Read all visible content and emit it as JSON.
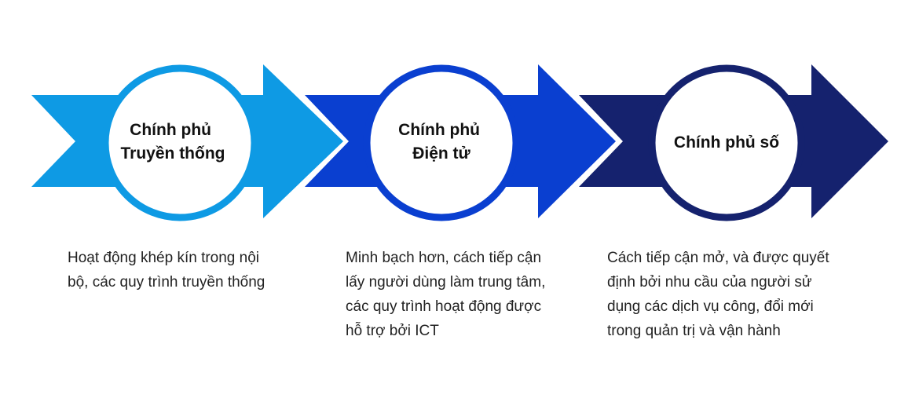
{
  "stages": [
    {
      "title_lines": [
        "Chính phủ",
        "Truyền thống"
      ],
      "description": "Hoạt động khép kín trong nội bộ, các quy trình truyền thống",
      "color": "#0e9ae4"
    },
    {
      "title_lines": [
        "Chính phủ",
        "Điện tử"
      ],
      "description": "Minh bạch hơn, cách tiếp cận lấy người dùng làm trung tâm, các quy trình hoạt động được hỗ trợ bởi ICT",
      "color": "#0a3fd0"
    },
    {
      "title_lines": [
        "Chính phủ số"
      ],
      "description": "Cách tiếp cận mở, và được quyết định bởi nhu cầu của người sử dụng các dịch vụ công, đổi mới trong quản trị và vận hành",
      "color": "#15226e"
    }
  ]
}
